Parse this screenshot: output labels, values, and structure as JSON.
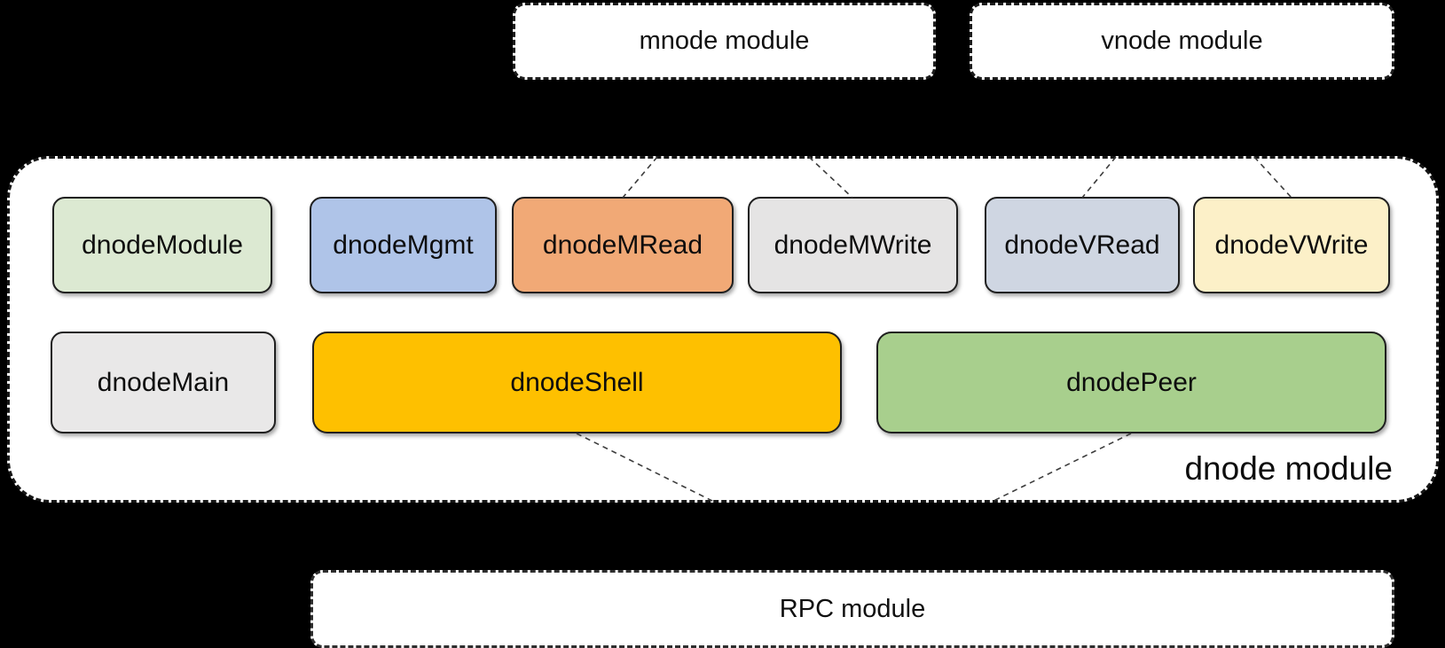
{
  "page": {
    "background": "#000000",
    "text_color": "#101010"
  },
  "modules": {
    "mnode": {
      "label": "mnode module"
    },
    "vnode": {
      "label": "vnode module"
    },
    "rpc": {
      "label": "RPC module"
    },
    "dnode": {
      "label": "dnode module",
      "row1": [
        {
          "label": "dnodeModule",
          "color": "#dce9d2"
        },
        {
          "label": "dnodeMgmt",
          "color": "#afc4e8"
        },
        {
          "label": "dnodeMRead",
          "color": "#f1a976"
        },
        {
          "label": "dnodeMWrite",
          "color": "#e5e4e4"
        },
        {
          "label": "dnodeVRead",
          "color": "#cfd6e2"
        },
        {
          "label": "dnodeVWrite",
          "color": "#fcf0c8"
        }
      ],
      "row2": [
        {
          "label": "dnodeMain",
          "color": "#e9e8e8"
        },
        {
          "label": "dnodeShell",
          "color": "#fec000"
        },
        {
          "label": "dnodePeer",
          "color": "#a8cf8d"
        }
      ]
    }
  },
  "connections": [
    {
      "from": "mnode module",
      "to": "dnodeMRead"
    },
    {
      "from": "mnode module",
      "to": "dnodeMWrite"
    },
    {
      "from": "vnode module",
      "to": "dnodeVRead"
    },
    {
      "from": "vnode module",
      "to": "dnodeVWrite"
    },
    {
      "from": "dnodeShell",
      "to": "RPC module"
    },
    {
      "from": "dnodePeer",
      "to": "RPC module"
    }
  ]
}
